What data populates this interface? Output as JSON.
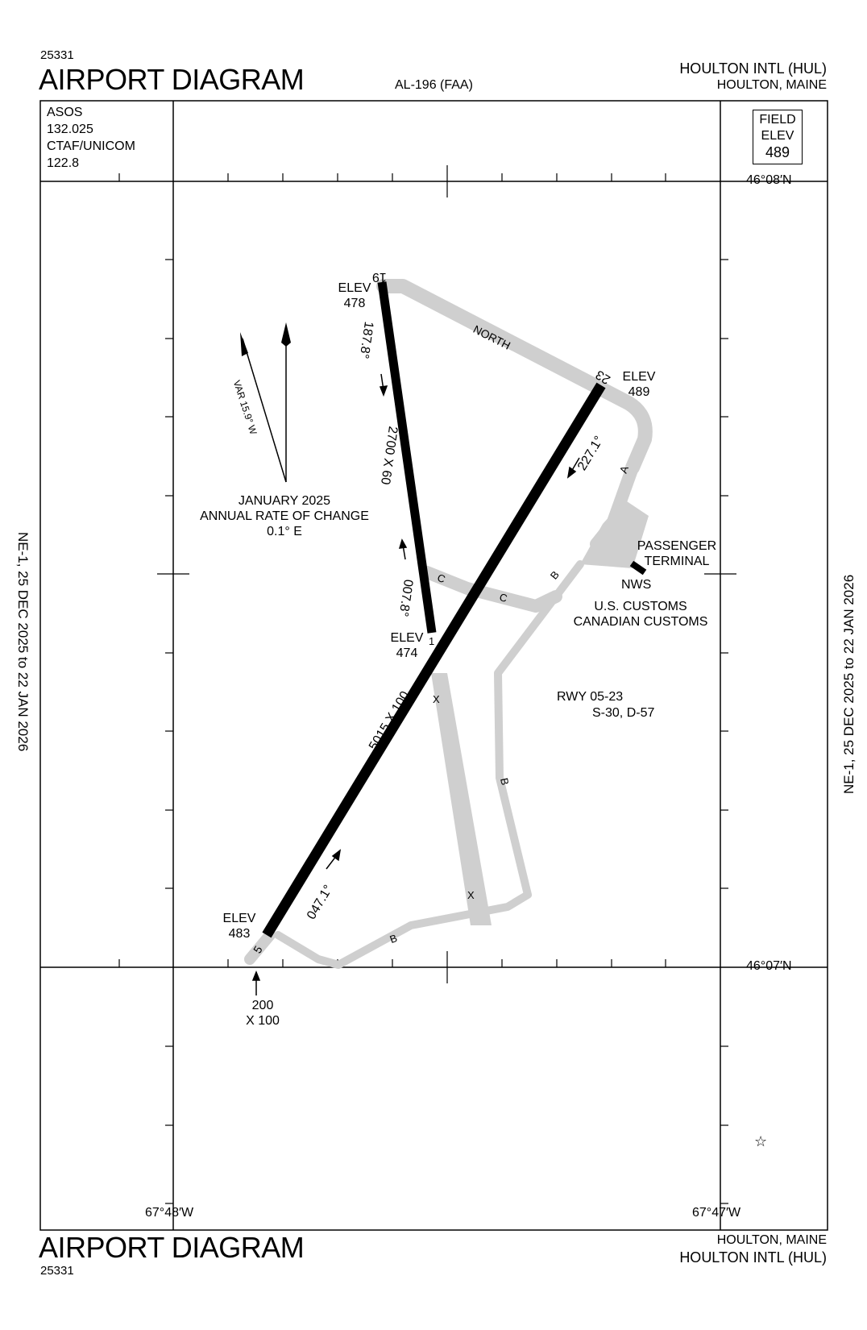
{
  "header": {
    "doc_number": "25331",
    "title": "AIRPORT DIAGRAM",
    "procedure_id": "AL-196 (FAA)",
    "airport_name": "HOULTON INTL (HUL)",
    "location": "HOULTON, MAINE"
  },
  "footer": {
    "title": "AIRPORT DIAGRAM",
    "doc_number": "25331",
    "location": "HOULTON, MAINE",
    "airport_name": "HOULTON INTL (HUL)"
  },
  "comms": {
    "asos_label": "ASOS",
    "asos_freq": "132.025",
    "ctaf_label": "CTAF/UNICOM",
    "ctaf_freq": "122.8"
  },
  "field_elev": {
    "label1": "FIELD",
    "label2": "ELEV",
    "value": "489"
  },
  "coords": {
    "lat_top": "46°08′N",
    "lat_bottom": "46°07′N",
    "lon_left": "67°48′W",
    "lon_right": "67°47′W"
  },
  "side_text": {
    "left": "NE-1,  25 DEC 2025  to  22 JAN 2026",
    "right": "NE-1,  25 DEC 2025  to  22 JAN 2026"
  },
  "magnetic": {
    "variation": "VAR 15.9° W",
    "epoch": "JANUARY 2025",
    "rate_label": "ANNUAL RATE OF CHANGE",
    "rate_value": "0.1° E"
  },
  "runways": [
    {
      "name": "01-19",
      "dimensions": "2700 X 60",
      "end_a": {
        "number": "1",
        "elev_label": "ELEV",
        "elev": "474",
        "heading": "007.8°"
      },
      "end_b": {
        "number": "19",
        "elev_label": "ELEV",
        "elev": "478",
        "heading": "187.8°"
      }
    },
    {
      "name": "05-23",
      "dimensions": "5015 X 100",
      "end_a": {
        "number": "5",
        "elev_label": "ELEV",
        "elev": "483",
        "heading": "047.1°"
      },
      "end_b": {
        "number": "23",
        "elev_label": "ELEV",
        "elev": "489",
        "heading": "227.1°"
      }
    }
  ],
  "overrun": {
    "line1": "200",
    "line2": "X 100"
  },
  "taxiways": {
    "north": "NORTH",
    "a": "A",
    "b": "B",
    "c": "C",
    "x": "X"
  },
  "facilities": {
    "terminal_line1": "PASSENGER",
    "terminal_line2": "TERMINAL",
    "nws": "NWS",
    "customs_us": "U.S. CUSTOMS",
    "customs_canada": "CANADIAN CUSTOMS"
  },
  "strength": {
    "runway": "RWY 05-23",
    "values": "S-30, D-57"
  },
  "symbols": {
    "beacon": "☆"
  }
}
